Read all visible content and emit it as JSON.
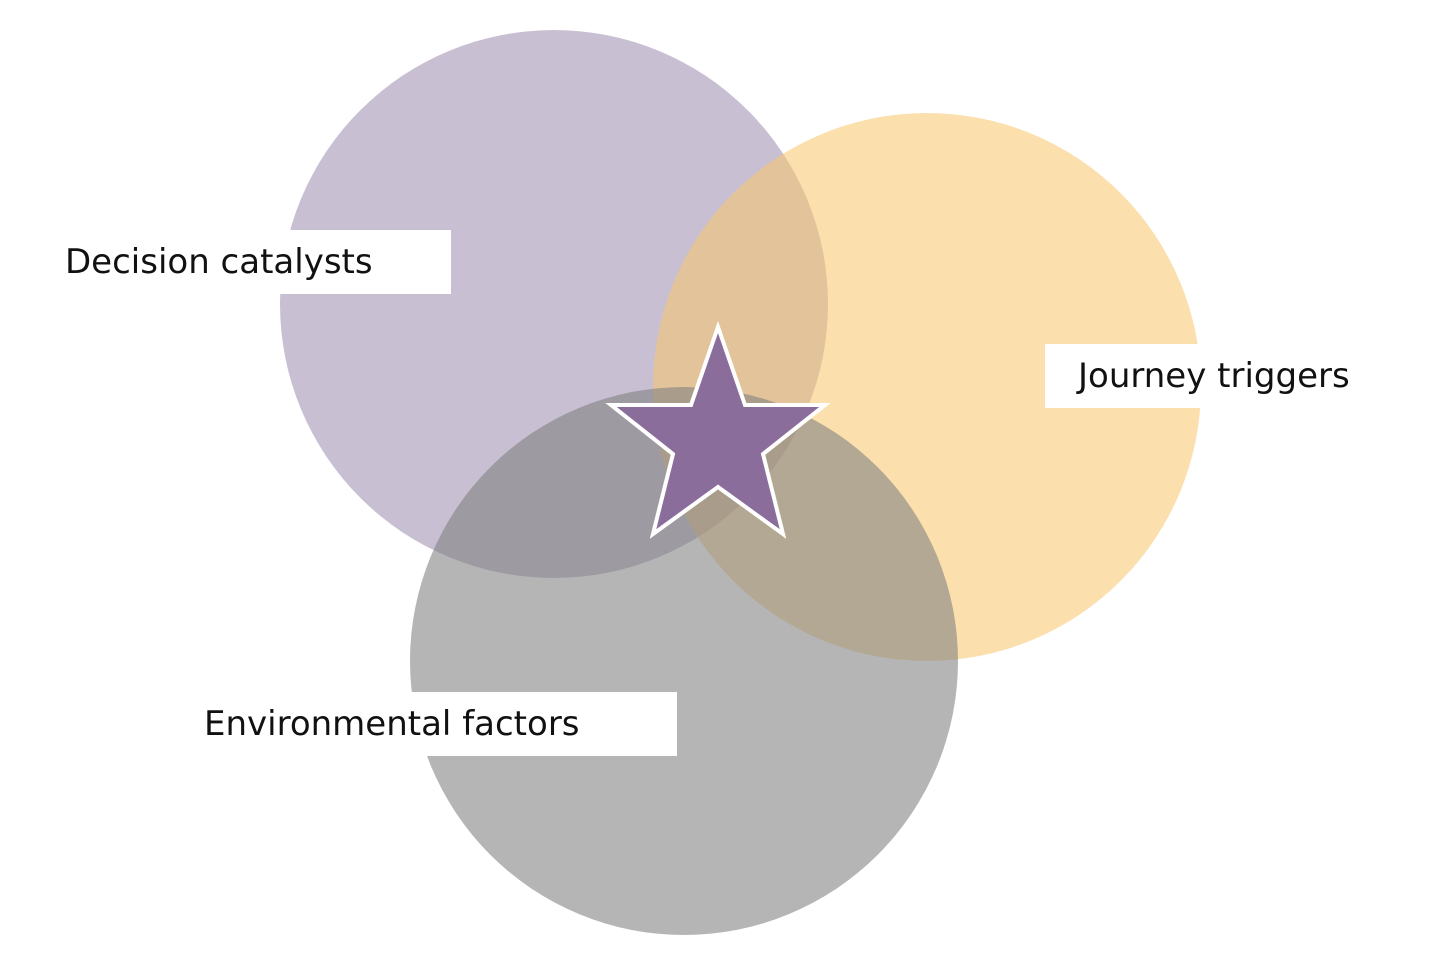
{
  "diagram": {
    "type": "venn",
    "sets": [
      {
        "id": "decision",
        "label": "Decision catalysts",
        "color": "#c9bfd2"
      },
      {
        "id": "journey",
        "label": "Journey triggers",
        "color": "#fbe0ab"
      },
      {
        "id": "environmental",
        "label": "Environmental factors",
        "color": "#b4b4b4"
      }
    ],
    "center_marker": {
      "icon": "star-icon",
      "fill": "#8a6d9b",
      "stroke": "#ffffff"
    }
  }
}
